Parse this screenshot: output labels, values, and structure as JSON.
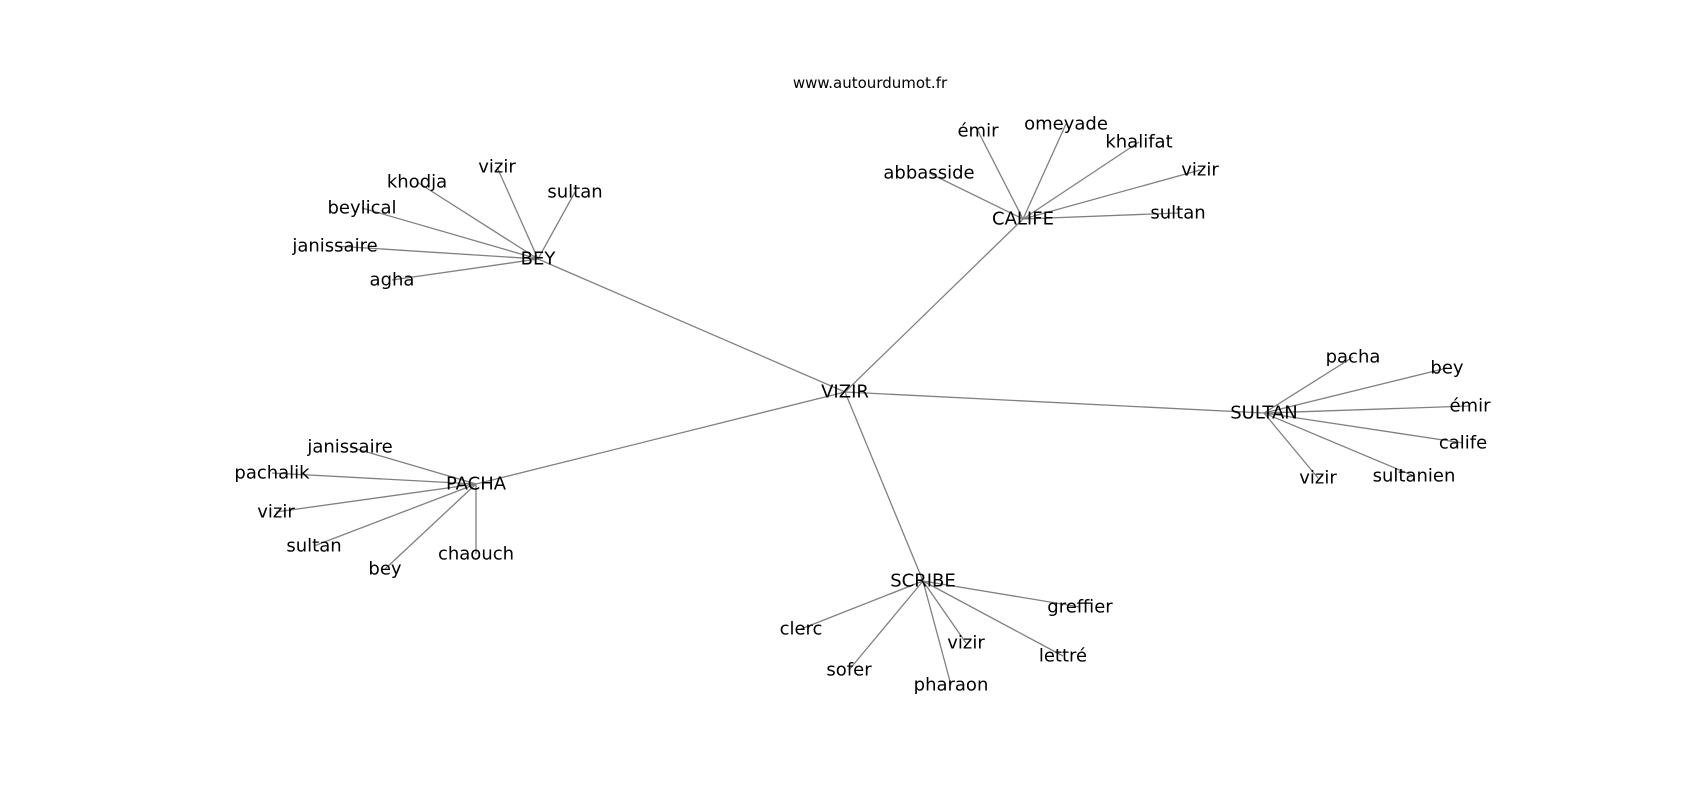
{
  "watermark": "www.autourdumot.fr",
  "colors": {
    "edge": "#808080",
    "text": "#000000",
    "background": "#ffffff"
  },
  "graph": {
    "center": {
      "id": "center",
      "label": "VIZIR"
    },
    "hubs": [
      {
        "id": "bey",
        "label": "BEY",
        "leaves": [
          "vizir",
          "sultan",
          "khodja",
          "beylical",
          "janissaire",
          "agha"
        ]
      },
      {
        "id": "calife",
        "label": "CALIFE",
        "leaves": [
          "émir",
          "omeyade",
          "khalifat",
          "vizir",
          "abbasside",
          "sultan"
        ]
      },
      {
        "id": "sultan",
        "label": "SULTAN",
        "leaves": [
          "pacha",
          "bey",
          "émir",
          "calife",
          "sultanien",
          "vizir"
        ]
      },
      {
        "id": "pacha",
        "label": "PACHA",
        "leaves": [
          "janissaire",
          "pachalik",
          "vizir",
          "sultan",
          "bey",
          "chaouch"
        ]
      },
      {
        "id": "scribe",
        "label": "SCRIBE",
        "leaves": [
          "greffier",
          "clerc",
          "vizir",
          "lettré",
          "sofer",
          "pharaon"
        ]
      }
    ]
  }
}
